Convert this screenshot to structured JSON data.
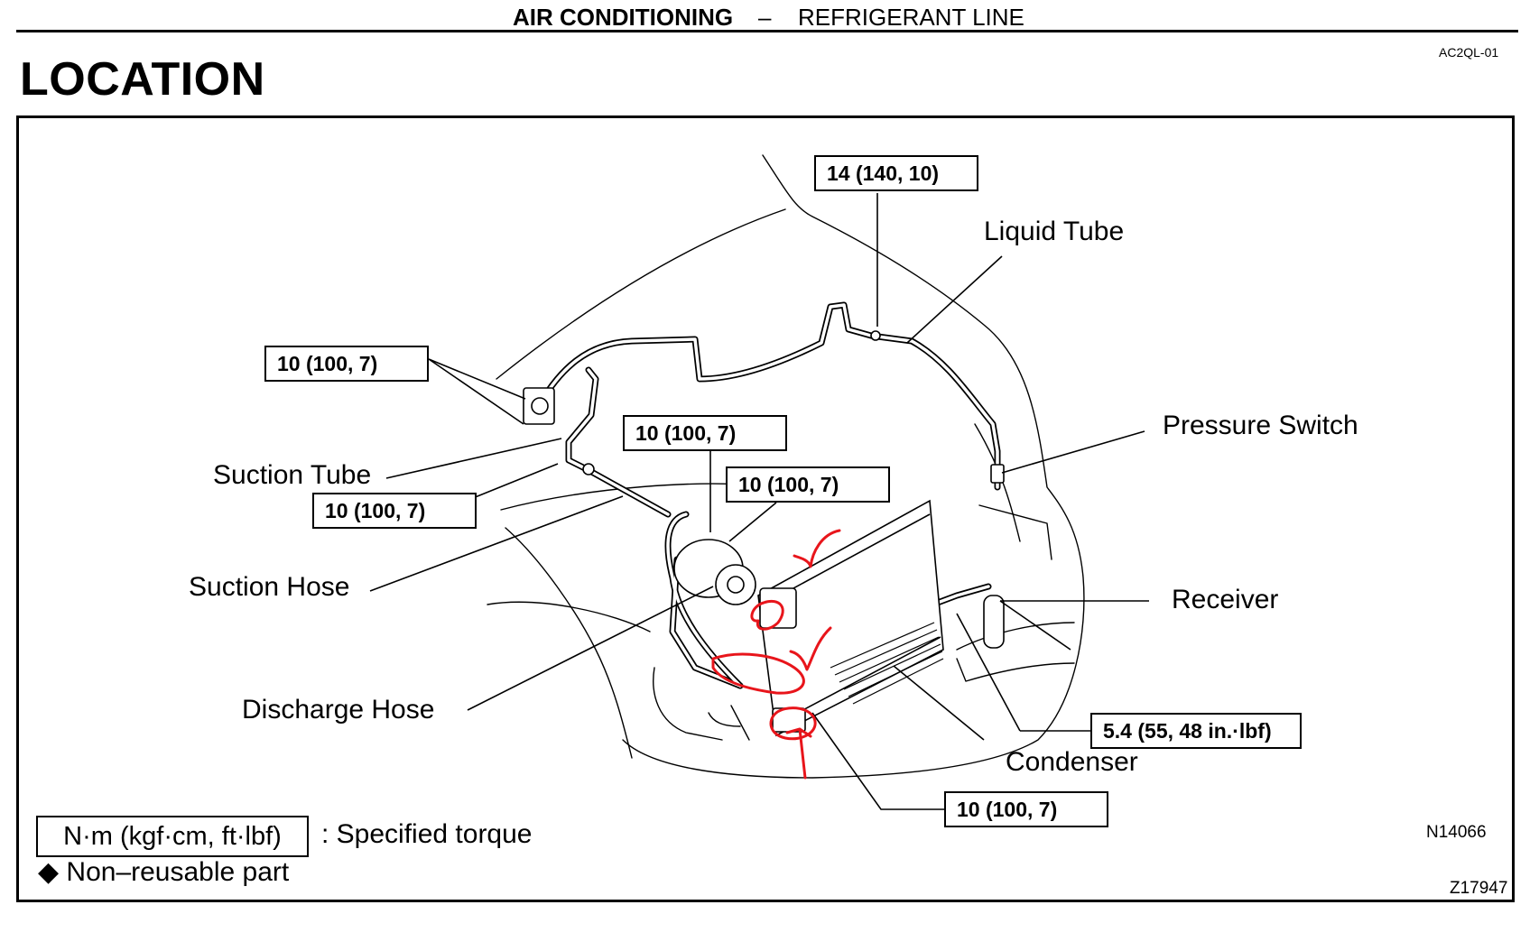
{
  "header": {
    "section": "AIR CONDITIONING",
    "separator": "–",
    "subsection": "REFRIGERANT LINE"
  },
  "page_title": "LOCATION",
  "doc_code": "AC2QL-01",
  "torque_specs": {
    "liquid_tube_top": "14 (140, 10)",
    "left_block": "10 (100, 7)",
    "compressor_upper": "10 (100, 7)",
    "compressor_lower": "10 (100, 7)",
    "suction_joint": "10 (100, 7)",
    "receiver_bracket": "5.4 (55, 48 in.·lbf)",
    "condenser_bottom": "10 (100, 7)"
  },
  "parts": {
    "liquid_tube": "Liquid Tube",
    "pressure_switch": "Pressure Switch",
    "suction_tube": "Suction Tube",
    "suction_hose": "Suction Hose",
    "receiver": "Receiver",
    "discharge_hose": "Discharge Hose",
    "condenser": "Condenser"
  },
  "legend": {
    "unit_box": "N·m (kgf·cm, ft·lbf)",
    "unit_desc": ": Specified torque",
    "non_reusable": "◆ Non–reusable part"
  },
  "figure_ids": {
    "primary": "N14066",
    "secondary": "Z17947"
  },
  "colors": {
    "line_art": "#000000",
    "markup": "#e8151b"
  }
}
